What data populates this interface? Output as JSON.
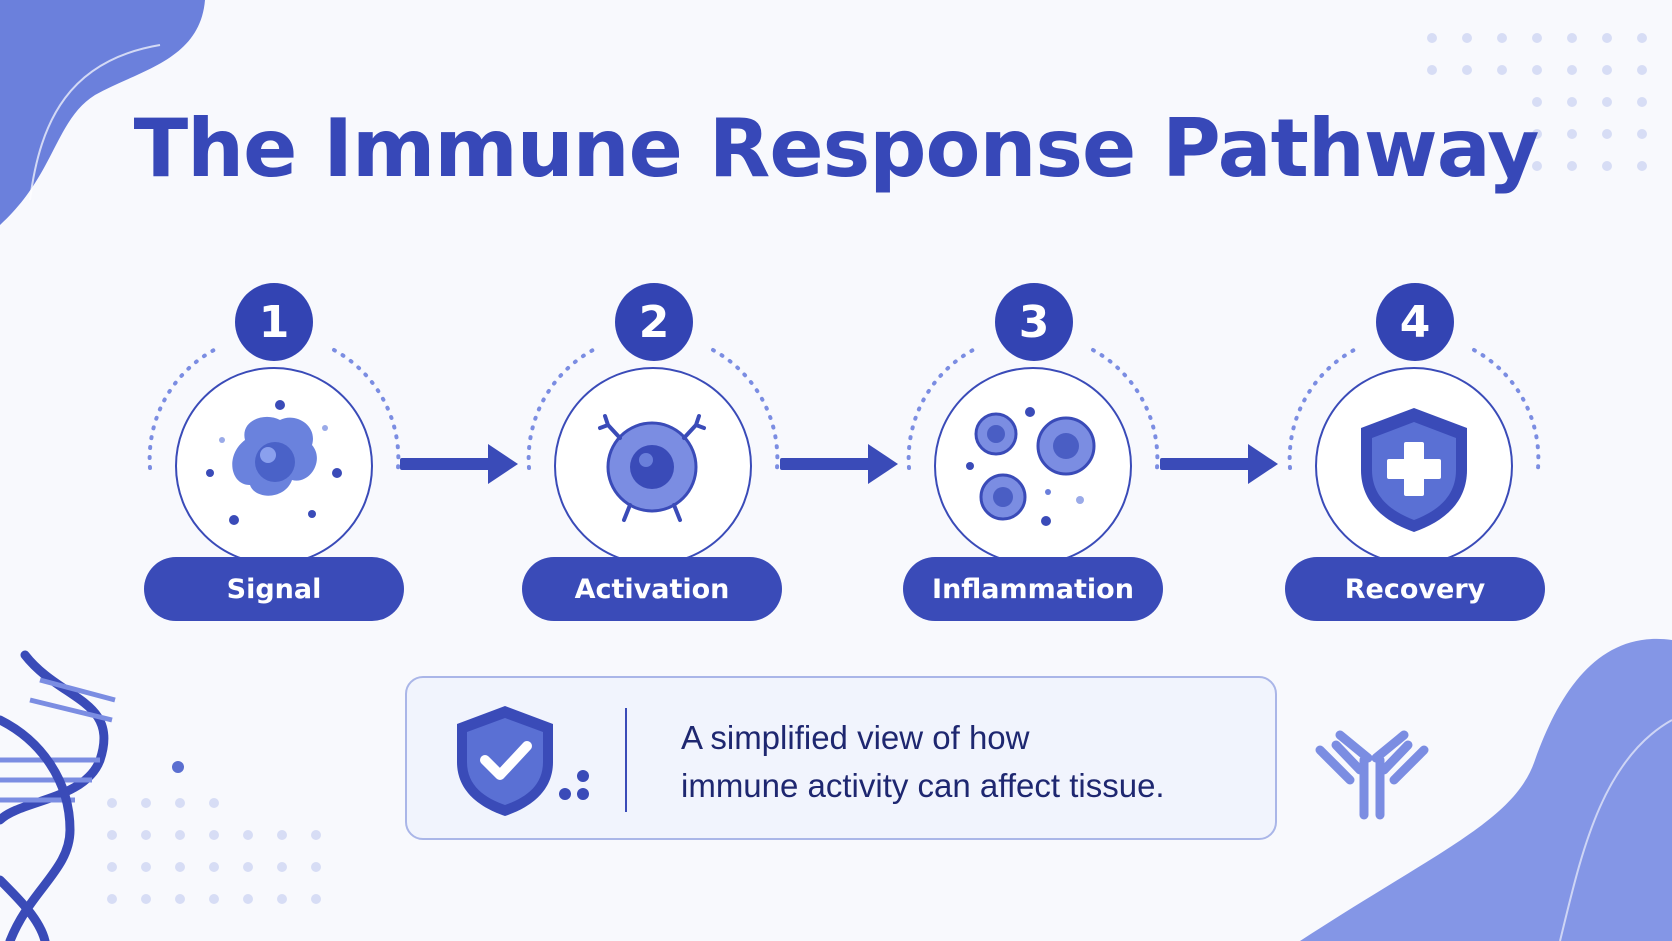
{
  "title": "The Immune Response Pathway",
  "steps": [
    {
      "number": "1",
      "label": "Signal",
      "icon": "cell-signal-icon"
    },
    {
      "number": "2",
      "label": "Activation",
      "icon": "activated-cell-icon"
    },
    {
      "number": "3",
      "label": "Inflammation",
      "icon": "inflammation-cells-icon"
    },
    {
      "number": "4",
      "label": "Recovery",
      "icon": "shield-plus-icon"
    }
  ],
  "note": {
    "line1": "A simplified view of how",
    "line2": "immune activity can affect tissue.",
    "icon": "shield-check-icon"
  },
  "colors": {
    "primary": "#3a4bb8",
    "light_blue": "#7b8de2",
    "background": "#f8f9fd"
  }
}
